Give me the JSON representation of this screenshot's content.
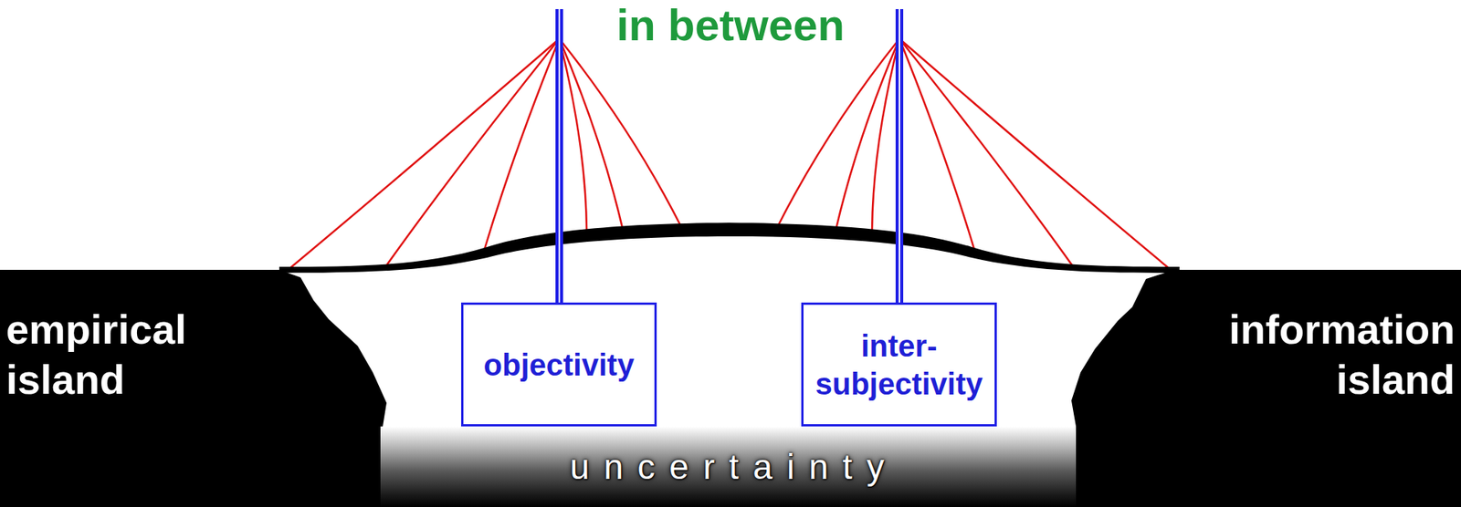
{
  "diagram": {
    "title": "in between",
    "nodes": [
      {
        "text": [
          "empirical island"
        ]
      },
      {
        "text": [
          "objectivity"
        ]
      },
      {
        "text": [
          "inter- subjectivity"
        ]
      },
      {
        "text": [
          "information island"
        ]
      },
      {
        "text": [
          "u n c e r t a i n t y"
        ]
      }
    ]
  }
}
